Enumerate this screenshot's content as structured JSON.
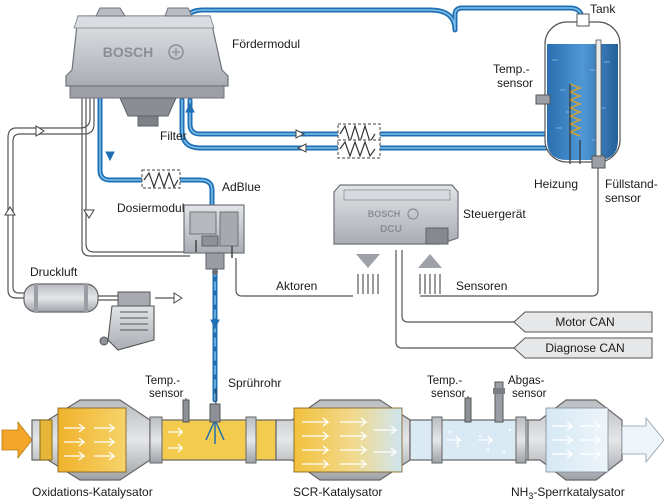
{
  "labels": {
    "tank": "Tank",
    "foerdermodul": "Fördermodul",
    "temp_sensor_tank_1": "Temp.-",
    "temp_sensor_tank_2": "sensor",
    "filter": "Filter",
    "heizung": "Heizung",
    "fuellstand_1": "Füllstand-",
    "fuellstand_2": "sensor",
    "adblue": "AdBlue",
    "dosiermodul": "Dosiermodul",
    "steuergeraet": "Steuergerät",
    "aktoren": "Aktoren",
    "sensoren": "Sensoren",
    "druckluft": "Druckluft",
    "spruehrohr": "Sprührohr",
    "temp_sensor_a_1": "Temp.-",
    "temp_sensor_a_2": "sensor",
    "temp_sensor_b_1": "Temp.-",
    "temp_sensor_b_2": "sensor",
    "abgas_1": "Abgas-",
    "abgas_2": "sensor",
    "oxidations": "Oxidations-Katalysator",
    "scr": "SCR-Katalysator",
    "nh3_prefix": "NH",
    "nh3_sub": "3",
    "nh3_suffix": "-Sperrkatalysator"
  },
  "can_bus": {
    "motor": "Motor CAN",
    "diagnose": "Diagnose CAN"
  },
  "brand": {
    "bosch": "BOSCH",
    "dcu": "DCU"
  },
  "colors": {
    "adblue": "#1f6fb4",
    "adblue_light": "#5aa7dc",
    "device_grey": "#c3c6cb",
    "device_dark": "#8b9096",
    "exhaust_yellow": "#f2c544",
    "exhaust_light": "#d9eaf4",
    "arrow_orange": "#f4a62a"
  }
}
